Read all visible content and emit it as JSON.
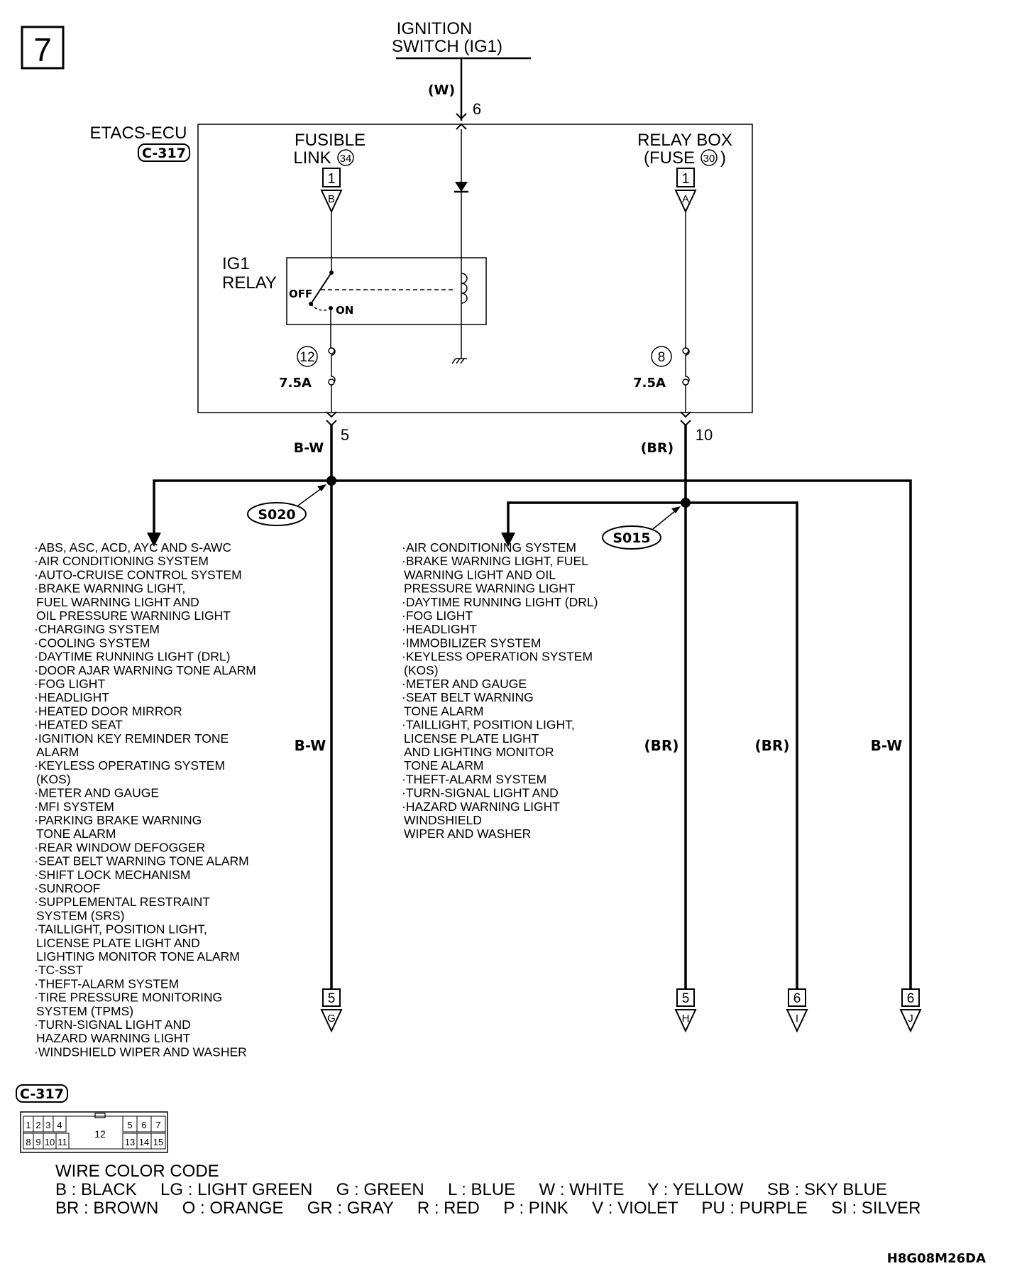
{
  "page_number": "7",
  "ignition_switch": [
    "IGNITION",
    "SWITCH (IG1)"
  ],
  "ig_wire_color": "(W)",
  "ig_pin": "6",
  "ecu": {
    "name": "ETACS-ECU",
    "connector": "C-317"
  },
  "fusible_link": {
    "label1": "FUSIBLE",
    "label2": "LINK",
    "num": "34",
    "box": "1",
    "letter": "B"
  },
  "relay_box": {
    "label1": "RELAY BOX",
    "label2": "(FUSE",
    "label2_end": ")",
    "num": "30",
    "box": "1",
    "letter": "A"
  },
  "ig1_relay": {
    "label1": "IG1",
    "label2": "RELAY",
    "off": "OFF",
    "on": "ON"
  },
  "fuses": [
    {
      "num": "12",
      "rating": "7.5A"
    },
    {
      "num": "8",
      "rating": "7.5A"
    }
  ],
  "outputs": {
    "left_pin": "5",
    "left_color": "B-W",
    "right_pin": "10",
    "right_color": "(BR)"
  },
  "splices": [
    "S020",
    "S015"
  ],
  "wire_labels": {
    "w1": "B-W",
    "w2": "(BR)",
    "w3": "(BR)",
    "w4": "B-W"
  },
  "left_systems": [
    "ABS, ASC, ACD, AYC AND S-AWC",
    "AIR CONDITIONING SYSTEM",
    "AUTO-CRUISE CONTROL SYSTEM",
    "BRAKE WARNING LIGHT,",
    "FUEL WARNING LIGHT AND",
    "OIL PRESSURE WARNING LIGHT",
    "CHARGING SYSTEM",
    "COOLING SYSTEM",
    "DAYTIME RUNNING LIGHT (DRL)",
    "DOOR AJAR WARNING TONE ALARM",
    "FOG LIGHT",
    "HEADLIGHT",
    "HEATED DOOR MIRROR",
    "HEATED SEAT",
    "IGNITION KEY REMINDER TONE",
    "ALARM",
    "KEYLESS OPERATING SYSTEM",
    "(KOS)",
    "METER AND GAUGE",
    "MFI SYSTEM",
    "PARKING BRAKE WARNING",
    "TONE ALARM",
    "REAR WINDOW DEFOGGER",
    "SEAT BELT WARNING TONE ALARM",
    "SHIFT LOCK MECHANISM",
    "SUNROOF",
    "SUPPLEMENTAL RESTRAINT",
    "SYSTEM (SRS)",
    "TAILLIGHT, POSITION LIGHT,",
    "LICENSE PLATE LIGHT AND",
    "LIGHTING MONITOR TONE ALARM",
    "TC-SST",
    "THEFT-ALARM SYSTEM",
    "TIRE PRESSURE MONITORING",
    "SYSTEM (TPMS)",
    "TURN-SIGNAL LIGHT AND",
    "HAZARD WARNING LIGHT",
    "WINDSHIELD WIPER AND WASHER"
  ],
  "right_systems": [
    "AIR CONDITIONING SYSTEM",
    "BRAKE WARNING LIGHT, FUEL",
    "WARNING LIGHT AND OIL",
    "PRESSURE WARNING LIGHT",
    "DAYTIME RUNNING LIGHT (DRL)",
    "FOG LIGHT",
    "HEADLIGHT",
    "IMMOBILIZER SYSTEM",
    "KEYLESS OPERATION SYSTEM",
    "(KOS)",
    "METER AND GAUGE",
    "SEAT BELT WARNING",
    "TONE ALARM",
    "TAILLIGHT, POSITION LIGHT,",
    "LICENSE PLATE LIGHT",
    "AND LIGHTING MONITOR",
    "TONE ALARM",
    "THEFT-ALARM SYSTEM",
    "TURN-SIGNAL LIGHT AND",
    "HAZARD WARNING LIGHT",
    "WINDSHIELD",
    "WIPER AND WASHER"
  ],
  "terminals": [
    {
      "page": "5",
      "letter": "G"
    },
    {
      "page": "5",
      "letter": "H"
    },
    {
      "page": "6",
      "letter": "I"
    },
    {
      "page": "6",
      "letter": "J"
    }
  ],
  "connector": {
    "label": "C-317",
    "top": [
      "1",
      "2",
      "3",
      "4",
      "5",
      "6",
      "7"
    ],
    "bottom": [
      "8",
      "9",
      "10",
      "11",
      "13",
      "14",
      "15"
    ],
    "center": "12"
  },
  "wire_color_code": {
    "title": "WIRE COLOR CODE",
    "row1": "B : BLACK     LG : LIGHT GREEN     G : GREEN     L : BLUE     W : WHITE     Y : YELLOW     SB : SKY BLUE",
    "row2": "BR : BROWN     O : ORANGE     GR : GRAY     R : RED     P : PINK     V : VIOLET     PU : PURPLE     SI : SILVER"
  },
  "figure_code": "H8G08M26DA"
}
